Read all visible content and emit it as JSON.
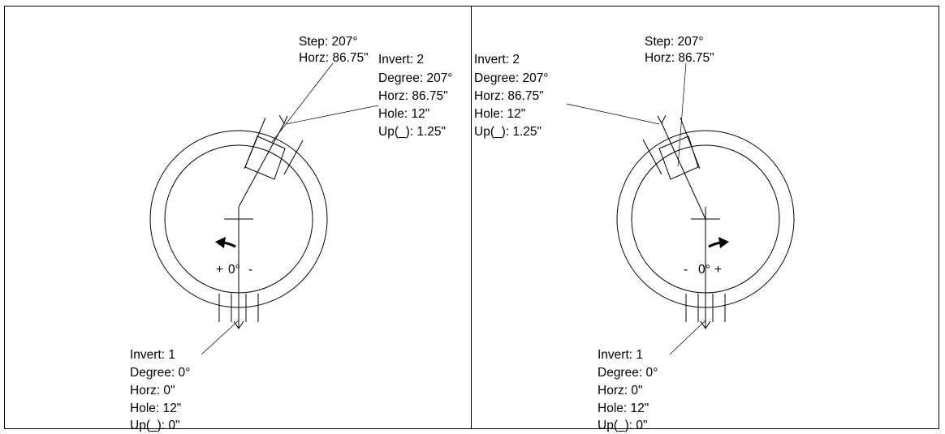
{
  "colors": {
    "line": "#000000",
    "background": "#ffffff"
  },
  "panels": [
    {
      "step_label": {
        "step": "Step: 207°",
        "horz": "Horz: 86.75\""
      },
      "invert_top": {
        "invert": "Invert: 2",
        "degree": "Degree: 207°",
        "horz": "Horz: 86.75\"",
        "hole": "Hole: 12\"",
        "up": "Up(_): 1.25\""
      },
      "invert_bottom": {
        "invert": "Invert: 1",
        "degree": "Degree: 0°",
        "horz": "Horz: 0\"",
        "hole": "Hole: 12\"",
        "up": "Up(_): 0\""
      },
      "rotation": {
        "left_sign": "+",
        "zero": "0°",
        "right_sign": "-"
      }
    },
    {
      "step_label": {
        "step": "Step: 207°",
        "horz": "Horz: 86.75\""
      },
      "invert_top": {
        "invert": "Invert: 2",
        "degree": "Degree: 207°",
        "horz": "Horz: 86.75\"",
        "hole": "Hole: 12\"",
        "up": "Up(_): 1.25\""
      },
      "invert_bottom": {
        "invert": "Invert: 1",
        "degree": "Degree: 0°",
        "horz": "Horz: 0\"",
        "hole": "Hole: 12\"",
        "up": "Up(_): 0\""
      },
      "rotation": {
        "left_sign": "-",
        "zero": "0°",
        "right_sign": "+"
      }
    }
  ]
}
